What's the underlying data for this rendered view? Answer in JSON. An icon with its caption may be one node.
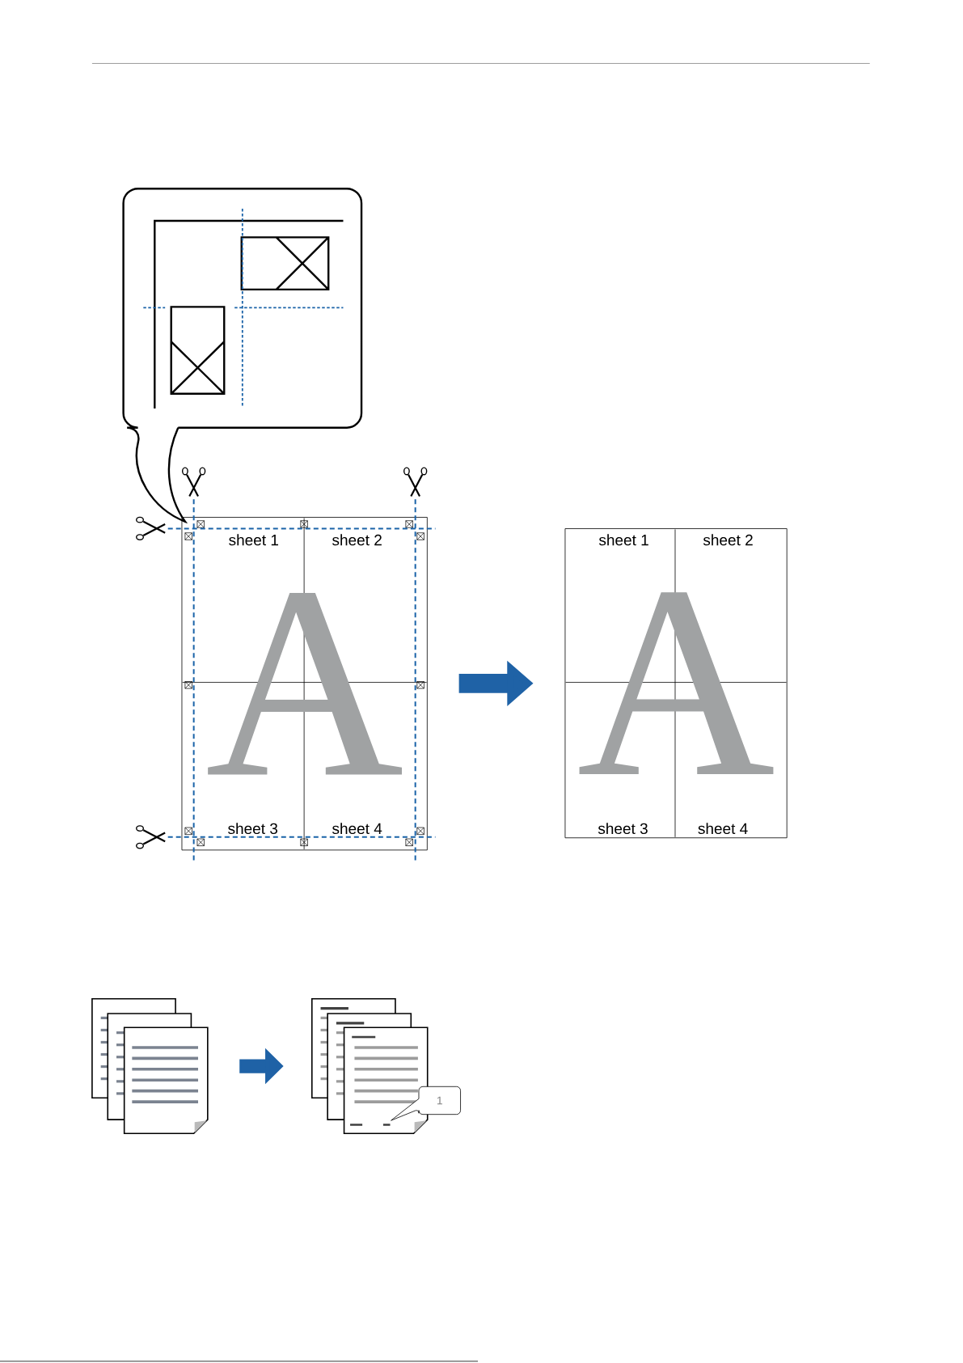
{
  "diagram": {
    "nodes": [
      {
        "text": [
          "A"
        ]
      },
      {
        "text": [
          "sheet 1"
        ],
        "in": 0
      },
      {
        "text": [
          "sheet 2"
        ],
        "in": 0
      },
      {
        "text": [
          "sheet 3"
        ],
        "in": 0
      },
      {
        "text": [
          "sheet 4"
        ],
        "in": 0
      },
      {
        "text": [
          "A"
        ]
      },
      {
        "text": [
          "sheet 1"
        ],
        "in": 5
      },
      {
        "text": [
          "sheet 2"
        ],
        "in": 5
      },
      {
        "text": [
          "sheet 3"
        ],
        "in": 5
      },
      {
        "text": [
          "sheet 4"
        ],
        "in": 5
      },
      {
        "text": [],
        "shape": "document"
      },
      {
        "text": [],
        "shape": "document"
      },
      {
        "text": [],
        "shape": "scissors"
      },
      {
        "text": [],
        "shape": "scissors"
      },
      {
        "text": [],
        "shape": "scissors"
      },
      {
        "text": [],
        "shape": "scissors"
      }
    ],
    "edges": [
      {
        "from": 0,
        "to": 5,
        "arrow": "to",
        "style": "thick"
      },
      {
        "from": 10,
        "to": 11,
        "arrow": "to",
        "style": "thick"
      },
      {
        "from": 12,
        "to": 0,
        "arrow": "none",
        "style": "dashed",
        "color": "#1a63a8"
      },
      {
        "from": 13,
        "to": 0,
        "arrow": "none",
        "style": "dashed",
        "color": "#1a63a8"
      },
      {
        "from": 14,
        "to": 0,
        "arrow": "none",
        "style": "dashed",
        "color": "#1a63a8"
      },
      {
        "from": 15,
        "to": 0,
        "arrow": "none",
        "style": "dashed",
        "color": "#1a63a8"
      }
    ],
    "labels": [
      "1"
    ]
  }
}
